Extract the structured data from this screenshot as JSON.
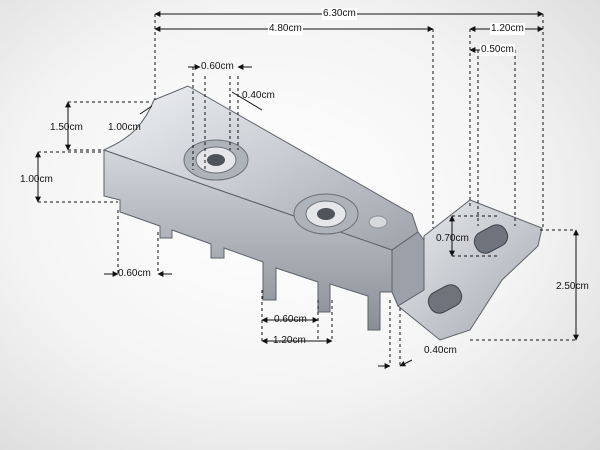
{
  "colors": {
    "line": "#111111",
    "metal_light": "#e6e8ec",
    "metal_mid": "#b8bcc4",
    "metal_dark": "#7d828b",
    "metal_edge": "#5d6169"
  },
  "dimensions": {
    "overall_length": "6.30cm",
    "main_length": "4.80cm",
    "tab_width": "1.20cm",
    "tab_hole": "0.50cm",
    "hole_diameter": "0.60cm",
    "hole_inner": "0.40cm",
    "top_height": "1.50cm",
    "top_notch": "1.00cm",
    "side_height": "1.00cm",
    "end_offset": "0.60cm",
    "tab_hole_height": "0.70cm",
    "tab_height": "2.50cm",
    "tooth_width": "0.60cm",
    "tooth_pitch": "1.20cm",
    "plate_thickness": "0.40cm"
  }
}
